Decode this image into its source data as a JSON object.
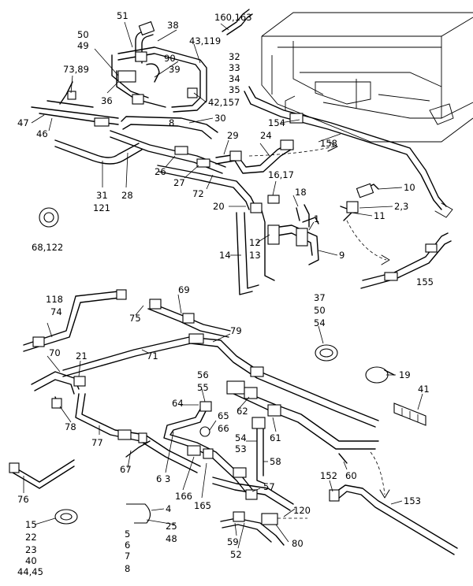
{
  "callouts": [
    {
      "id": "c51",
      "text": "51"
    },
    {
      "id": "c38",
      "text": "38"
    },
    {
      "id": "c160",
      "text": "160,163"
    },
    {
      "id": "c50",
      "text": "50"
    },
    {
      "id": "c49",
      "text": "49"
    },
    {
      "id": "c43",
      "text": "43,119"
    },
    {
      "id": "c32",
      "text": "32"
    },
    {
      "id": "c33",
      "text": "33"
    },
    {
      "id": "c34",
      "text": "34"
    },
    {
      "id": "c35",
      "text": "35"
    },
    {
      "id": "c90",
      "text": "90"
    },
    {
      "id": "c39",
      "text": "39"
    },
    {
      "id": "c73",
      "text": "73,89"
    },
    {
      "id": "c36",
      "text": "36"
    },
    {
      "id": "c42",
      "text": "42,157"
    },
    {
      "id": "c47",
      "text": "47"
    },
    {
      "id": "c46",
      "text": "46"
    },
    {
      "id": "c30",
      "text": "30"
    },
    {
      "id": "c154",
      "text": "154"
    },
    {
      "id": "c8",
      "text": "8"
    },
    {
      "id": "c29",
      "text": "29"
    },
    {
      "id": "c24",
      "text": "24"
    },
    {
      "id": "c158",
      "text": "158"
    },
    {
      "id": "c26",
      "text": "26"
    },
    {
      "id": "c27",
      "text": "27"
    },
    {
      "id": "c72",
      "text": "72"
    },
    {
      "id": "c16",
      "text": "16,17"
    },
    {
      "id": "c28",
      "text": "28"
    },
    {
      "id": "c31",
      "text": "31"
    },
    {
      "id": "c121",
      "text": "121"
    },
    {
      "id": "c18",
      "text": "18"
    },
    {
      "id": "c10",
      "text": "10"
    },
    {
      "id": "c23b",
      "text": "2,3"
    },
    {
      "id": "c20",
      "text": "20"
    },
    {
      "id": "c11",
      "text": "11"
    },
    {
      "id": "c1",
      "text": "1"
    },
    {
      "id": "c68",
      "text": "68,122"
    },
    {
      "id": "c12",
      "text": "12"
    },
    {
      "id": "c13",
      "text": "13"
    },
    {
      "id": "c14",
      "text": "14"
    },
    {
      "id": "c9",
      "text": "9"
    },
    {
      "id": "c155",
      "text": "155"
    },
    {
      "id": "c118",
      "text": "118"
    },
    {
      "id": "c74",
      "text": "74"
    },
    {
      "id": "c69",
      "text": "69"
    },
    {
      "id": "c37",
      "text": "37"
    },
    {
      "id": "c50b",
      "text": "50"
    },
    {
      "id": "c54b",
      "text": "54"
    },
    {
      "id": "c75",
      "text": "75"
    },
    {
      "id": "c79",
      "text": "79"
    },
    {
      "id": "c70",
      "text": "70"
    },
    {
      "id": "c71",
      "text": "71"
    },
    {
      "id": "c21",
      "text": "21"
    },
    {
      "id": "c56",
      "text": "56"
    },
    {
      "id": "c55",
      "text": "55"
    },
    {
      "id": "c19",
      "text": "19"
    },
    {
      "id": "c41",
      "text": "41"
    },
    {
      "id": "c64",
      "text": "64"
    },
    {
      "id": "c62",
      "text": "62"
    },
    {
      "id": "c65",
      "text": "65"
    },
    {
      "id": "c66",
      "text": "66"
    },
    {
      "id": "c61",
      "text": "61"
    },
    {
      "id": "c78",
      "text": "78"
    },
    {
      "id": "c77",
      "text": "77"
    },
    {
      "id": "c54",
      "text": "54"
    },
    {
      "id": "c53",
      "text": "53"
    },
    {
      "id": "c58",
      "text": "58"
    },
    {
      "id": "c67",
      "text": "67"
    },
    {
      "id": "c63",
      "text": "6 3"
    },
    {
      "id": "c60",
      "text": "60"
    },
    {
      "id": "c152",
      "text": "152"
    },
    {
      "id": "c76",
      "text": "76"
    },
    {
      "id": "c57",
      "text": "57"
    },
    {
      "id": "c166",
      "text": "166"
    },
    {
      "id": "c165",
      "text": "165"
    },
    {
      "id": "c153",
      "text": "153"
    },
    {
      "id": "c4",
      "text": "4"
    },
    {
      "id": "c120",
      "text": "120"
    },
    {
      "id": "c15",
      "text": "15"
    },
    {
      "id": "c25",
      "text": "25"
    },
    {
      "id": "c5",
      "text": "5"
    },
    {
      "id": "c48",
      "text": "48"
    },
    {
      "id": "c22",
      "text": "22"
    },
    {
      "id": "c6",
      "text": "6"
    },
    {
      "id": "c23",
      "text": "23"
    },
    {
      "id": "c7",
      "text": "7"
    },
    {
      "id": "c40",
      "text": "40"
    },
    {
      "id": "c59",
      "text": "59"
    },
    {
      "id": "c80",
      "text": "80"
    },
    {
      "id": "c44",
      "text": "44,45"
    },
    {
      "id": "c8b",
      "text": "8"
    },
    {
      "id": "c52",
      "text": "52"
    }
  ]
}
